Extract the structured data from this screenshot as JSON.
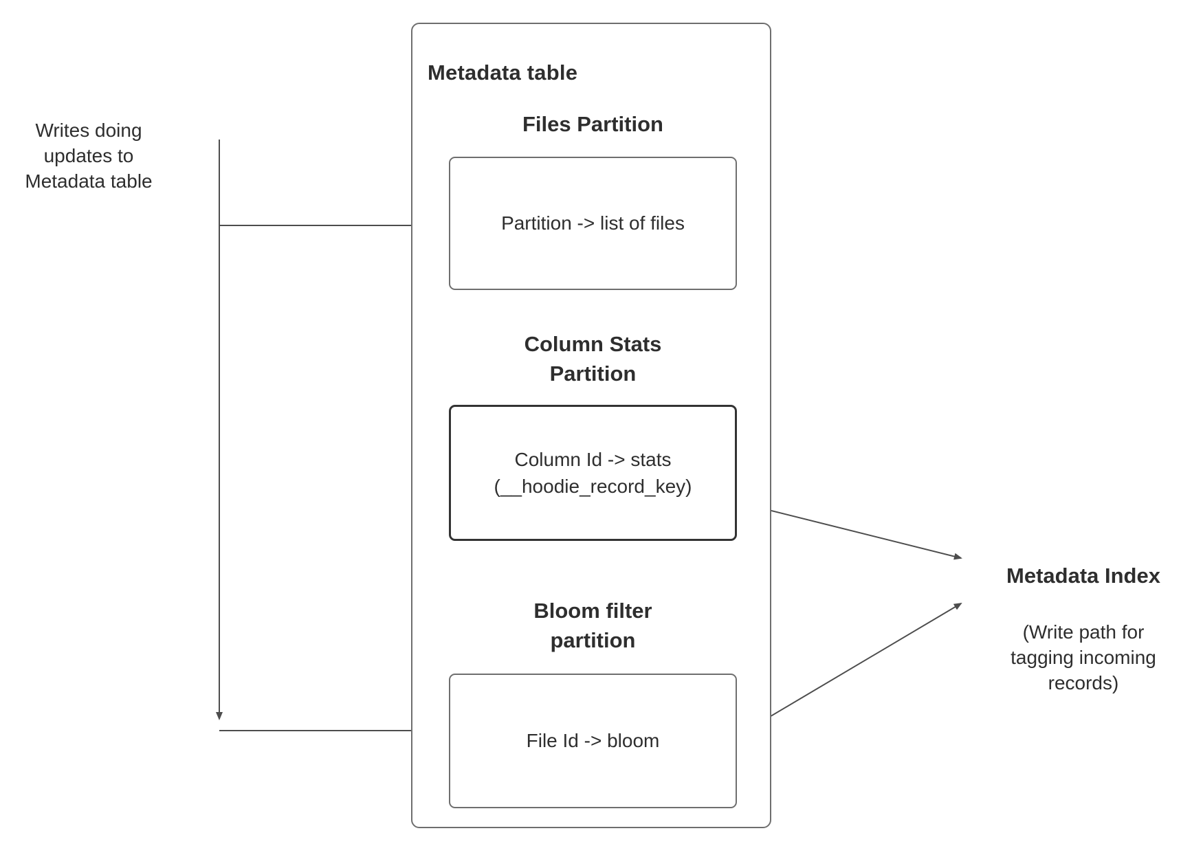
{
  "diagram": {
    "left_note": "Writes doing\nupdates to\nMetadata table",
    "metadata_table": {
      "title": "Metadata table",
      "files": {
        "heading": "Files Partition",
        "box_text": "Partition -> list of files"
      },
      "column_stats": {
        "heading": "Column Stats\nPartition",
        "box_line1": "Column Id  -> stats",
        "box_line2": "(__hoodie_record_key)"
      },
      "bloom": {
        "heading": "Bloom filter\npartition",
        "box_text": "File Id -> bloom"
      }
    },
    "metadata_index": {
      "title": "Metadata Index",
      "subtitle": "(Write path for\ntagging incoming\nrecords)"
    },
    "colors": {
      "line": "#4d4d4d",
      "border": "#6e6e6e",
      "emphasis_border": "#333333",
      "text": "#2e2e2e"
    }
  }
}
